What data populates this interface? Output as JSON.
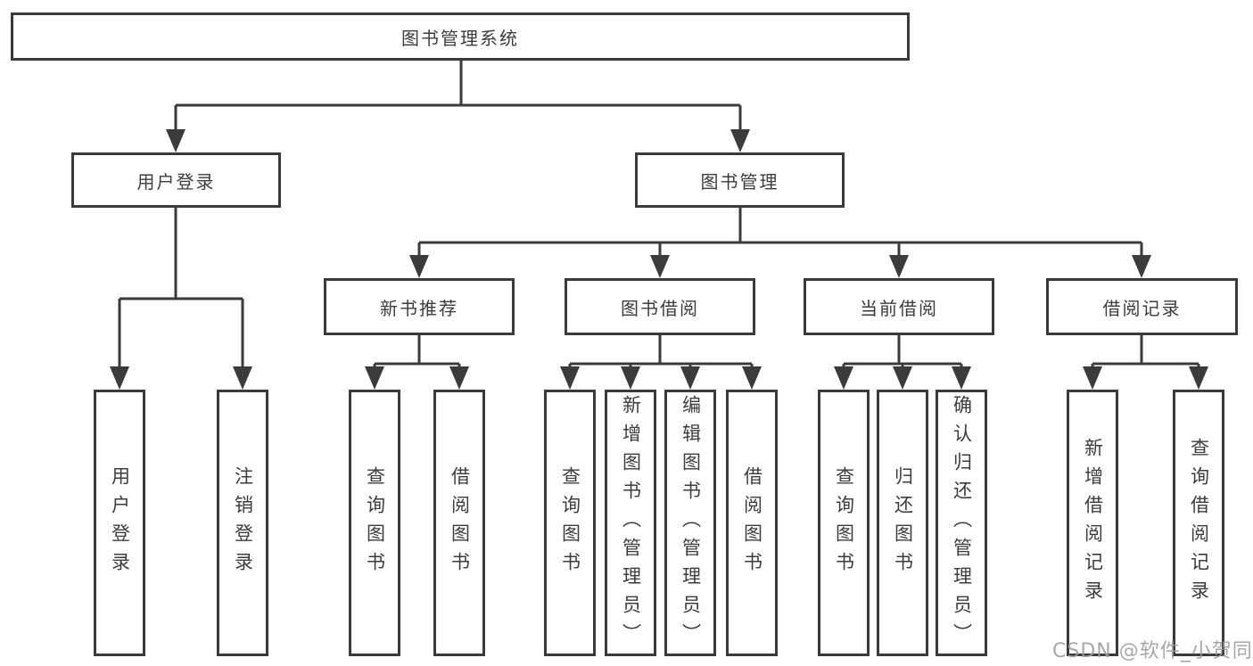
{
  "diagram": {
    "root": "图书管理系统",
    "login": {
      "label": "用户登录",
      "children": [
        "用户登录",
        "注销登录"
      ]
    },
    "management": {
      "label": "图书管理",
      "sections": [
        {
          "label": "新书推荐",
          "children": [
            "查询图书",
            "借阅图书"
          ]
        },
        {
          "label": "图书借阅",
          "children": [
            "查询图书",
            "新增图书（管理员）",
            "编辑图书（管理员）",
            "借阅图书"
          ]
        },
        {
          "label": "当前借阅",
          "children": [
            "查询图书",
            "归还图书",
            "确认归还（管理员）"
          ]
        },
        {
          "label": "借阅记录",
          "children": [
            "新增借阅记录",
            "查询借阅记录"
          ]
        }
      ]
    }
  },
  "watermark": "CSDN @软件_小贺同学",
  "colors": {
    "line": "#3b3b3b",
    "text": "#3c3c3c",
    "background": "#ffffff",
    "watermark": "#9b9b9b"
  }
}
